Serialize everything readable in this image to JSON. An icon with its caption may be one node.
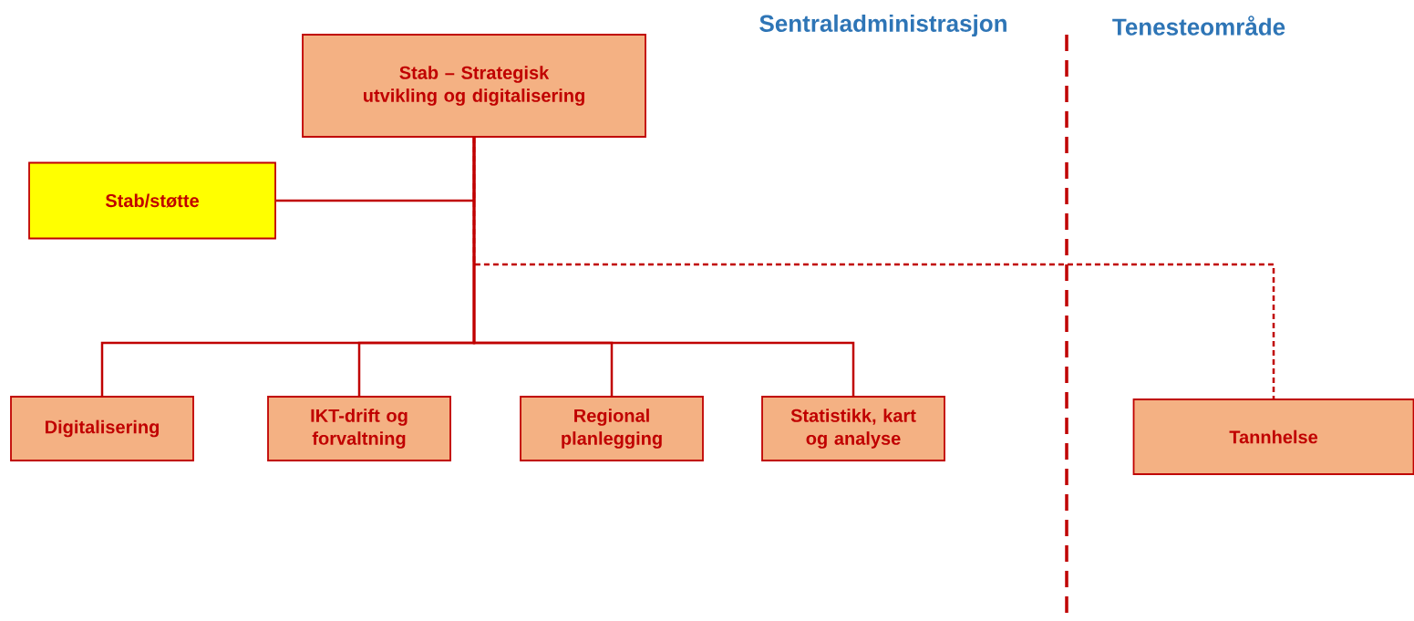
{
  "diagram": {
    "nodes": [
      {
        "text": [
          "Stab – Strategisk utvikling og digitalisering"
        ]
      },
      {
        "text": [
          "Stab/støtte"
        ]
      },
      {
        "text": [
          "Digitalisering"
        ]
      },
      {
        "text": [
          "IKT-drift og forvaltning"
        ]
      },
      {
        "text": [
          "Regional planlegging"
        ]
      },
      {
        "text": [
          "Statistikk, kart og analyse"
        ]
      },
      {
        "text": [
          "Tannhelse"
        ]
      }
    ],
    "edges": [
      {
        "from": 0,
        "to": 1,
        "arrow": "none"
      },
      {
        "from": 0,
        "to": 2,
        "arrow": "none"
      },
      {
        "from": 0,
        "to": 3,
        "arrow": "none"
      },
      {
        "from": 0,
        "to": 4,
        "arrow": "none"
      },
      {
        "from": 0,
        "to": 5,
        "arrow": "none"
      },
      {
        "from": 0,
        "to": 6,
        "arrow": "none",
        "style": "dashed"
      }
    ],
    "labels": [
      "Sentraladministrasjon",
      "Tenesteområde"
    ]
  }
}
